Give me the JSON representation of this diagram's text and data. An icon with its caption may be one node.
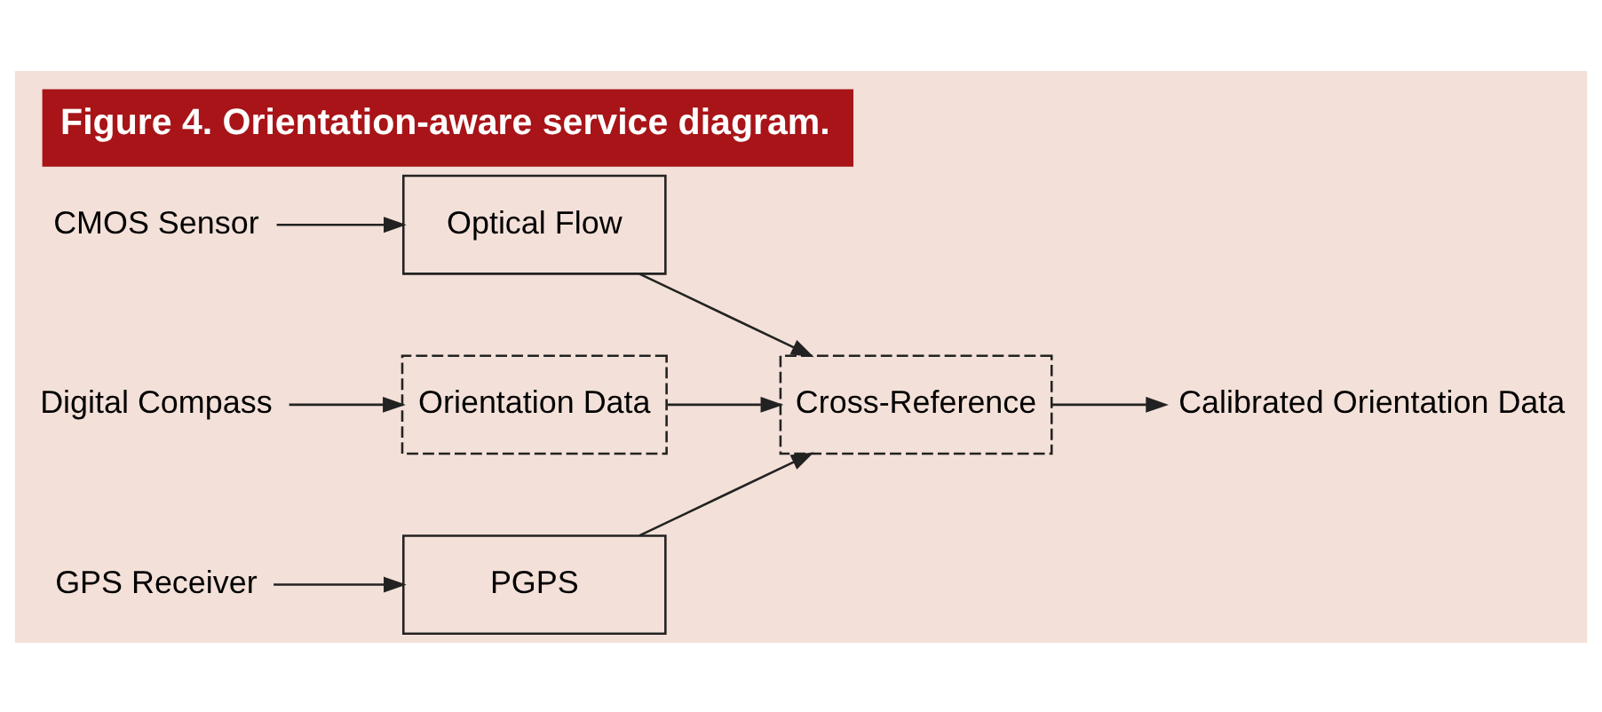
{
  "diagram": {
    "title": "Figure 4. Orientation-aware service diagram.",
    "nodes": [
      {
        "text": [
          "CMOS Sensor"
        ]
      },
      {
        "text": [
          "Optical Flow"
        ]
      },
      {
        "text": [
          "Digital Compass"
        ]
      },
      {
        "text": [
          "Orientation Data"
        ]
      },
      {
        "text": [
          "Cross-Reference"
        ]
      },
      {
        "text": [
          "Calibrated Orientation Data"
        ]
      },
      {
        "text": [
          "GPS Receiver"
        ]
      },
      {
        "text": [
          "PGPS"
        ]
      }
    ],
    "edges": [
      {
        "from": 0,
        "to": 1,
        "arrow": "to"
      },
      {
        "from": 1,
        "to": 4,
        "arrow": "to"
      },
      {
        "from": 2,
        "to": 3,
        "arrow": "to"
      },
      {
        "from": 3,
        "to": 4,
        "arrow": "to"
      },
      {
        "from": 4,
        "to": 5,
        "arrow": "to"
      },
      {
        "from": 6,
        "to": 7,
        "arrow": "to"
      },
      {
        "from": 7,
        "to": 4,
        "arrow": "to"
      }
    ]
  }
}
